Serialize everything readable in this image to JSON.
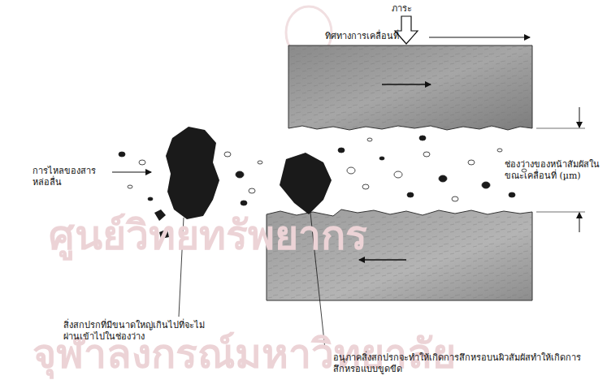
{
  "diagram": {
    "labels": [
      "ภาระ",
      "ทิศทางการเคลื่อนที่",
      "การไหลของสารหล่อลื่น",
      "ช่องว่างของหน้าสัมผัสในขณะเคลื่อนที่ (µm)",
      "สิ่งสกปรกที่มีขนาดใหญ่เกินไปที่จะไม่ผ่านเข้าไปในช่องว่าง",
      "อนุภาคสิ่งสกปรกจะทำให้เกิดการสึกหรอบนผิวสัมผัสทำให้เกิดการสึกหรอแบบขูดขีด",
      "ศูนย์วิทยทรัพยากร",
      "จุฬาลงกรณ์มหาวิทยาลัย"
    ]
  }
}
